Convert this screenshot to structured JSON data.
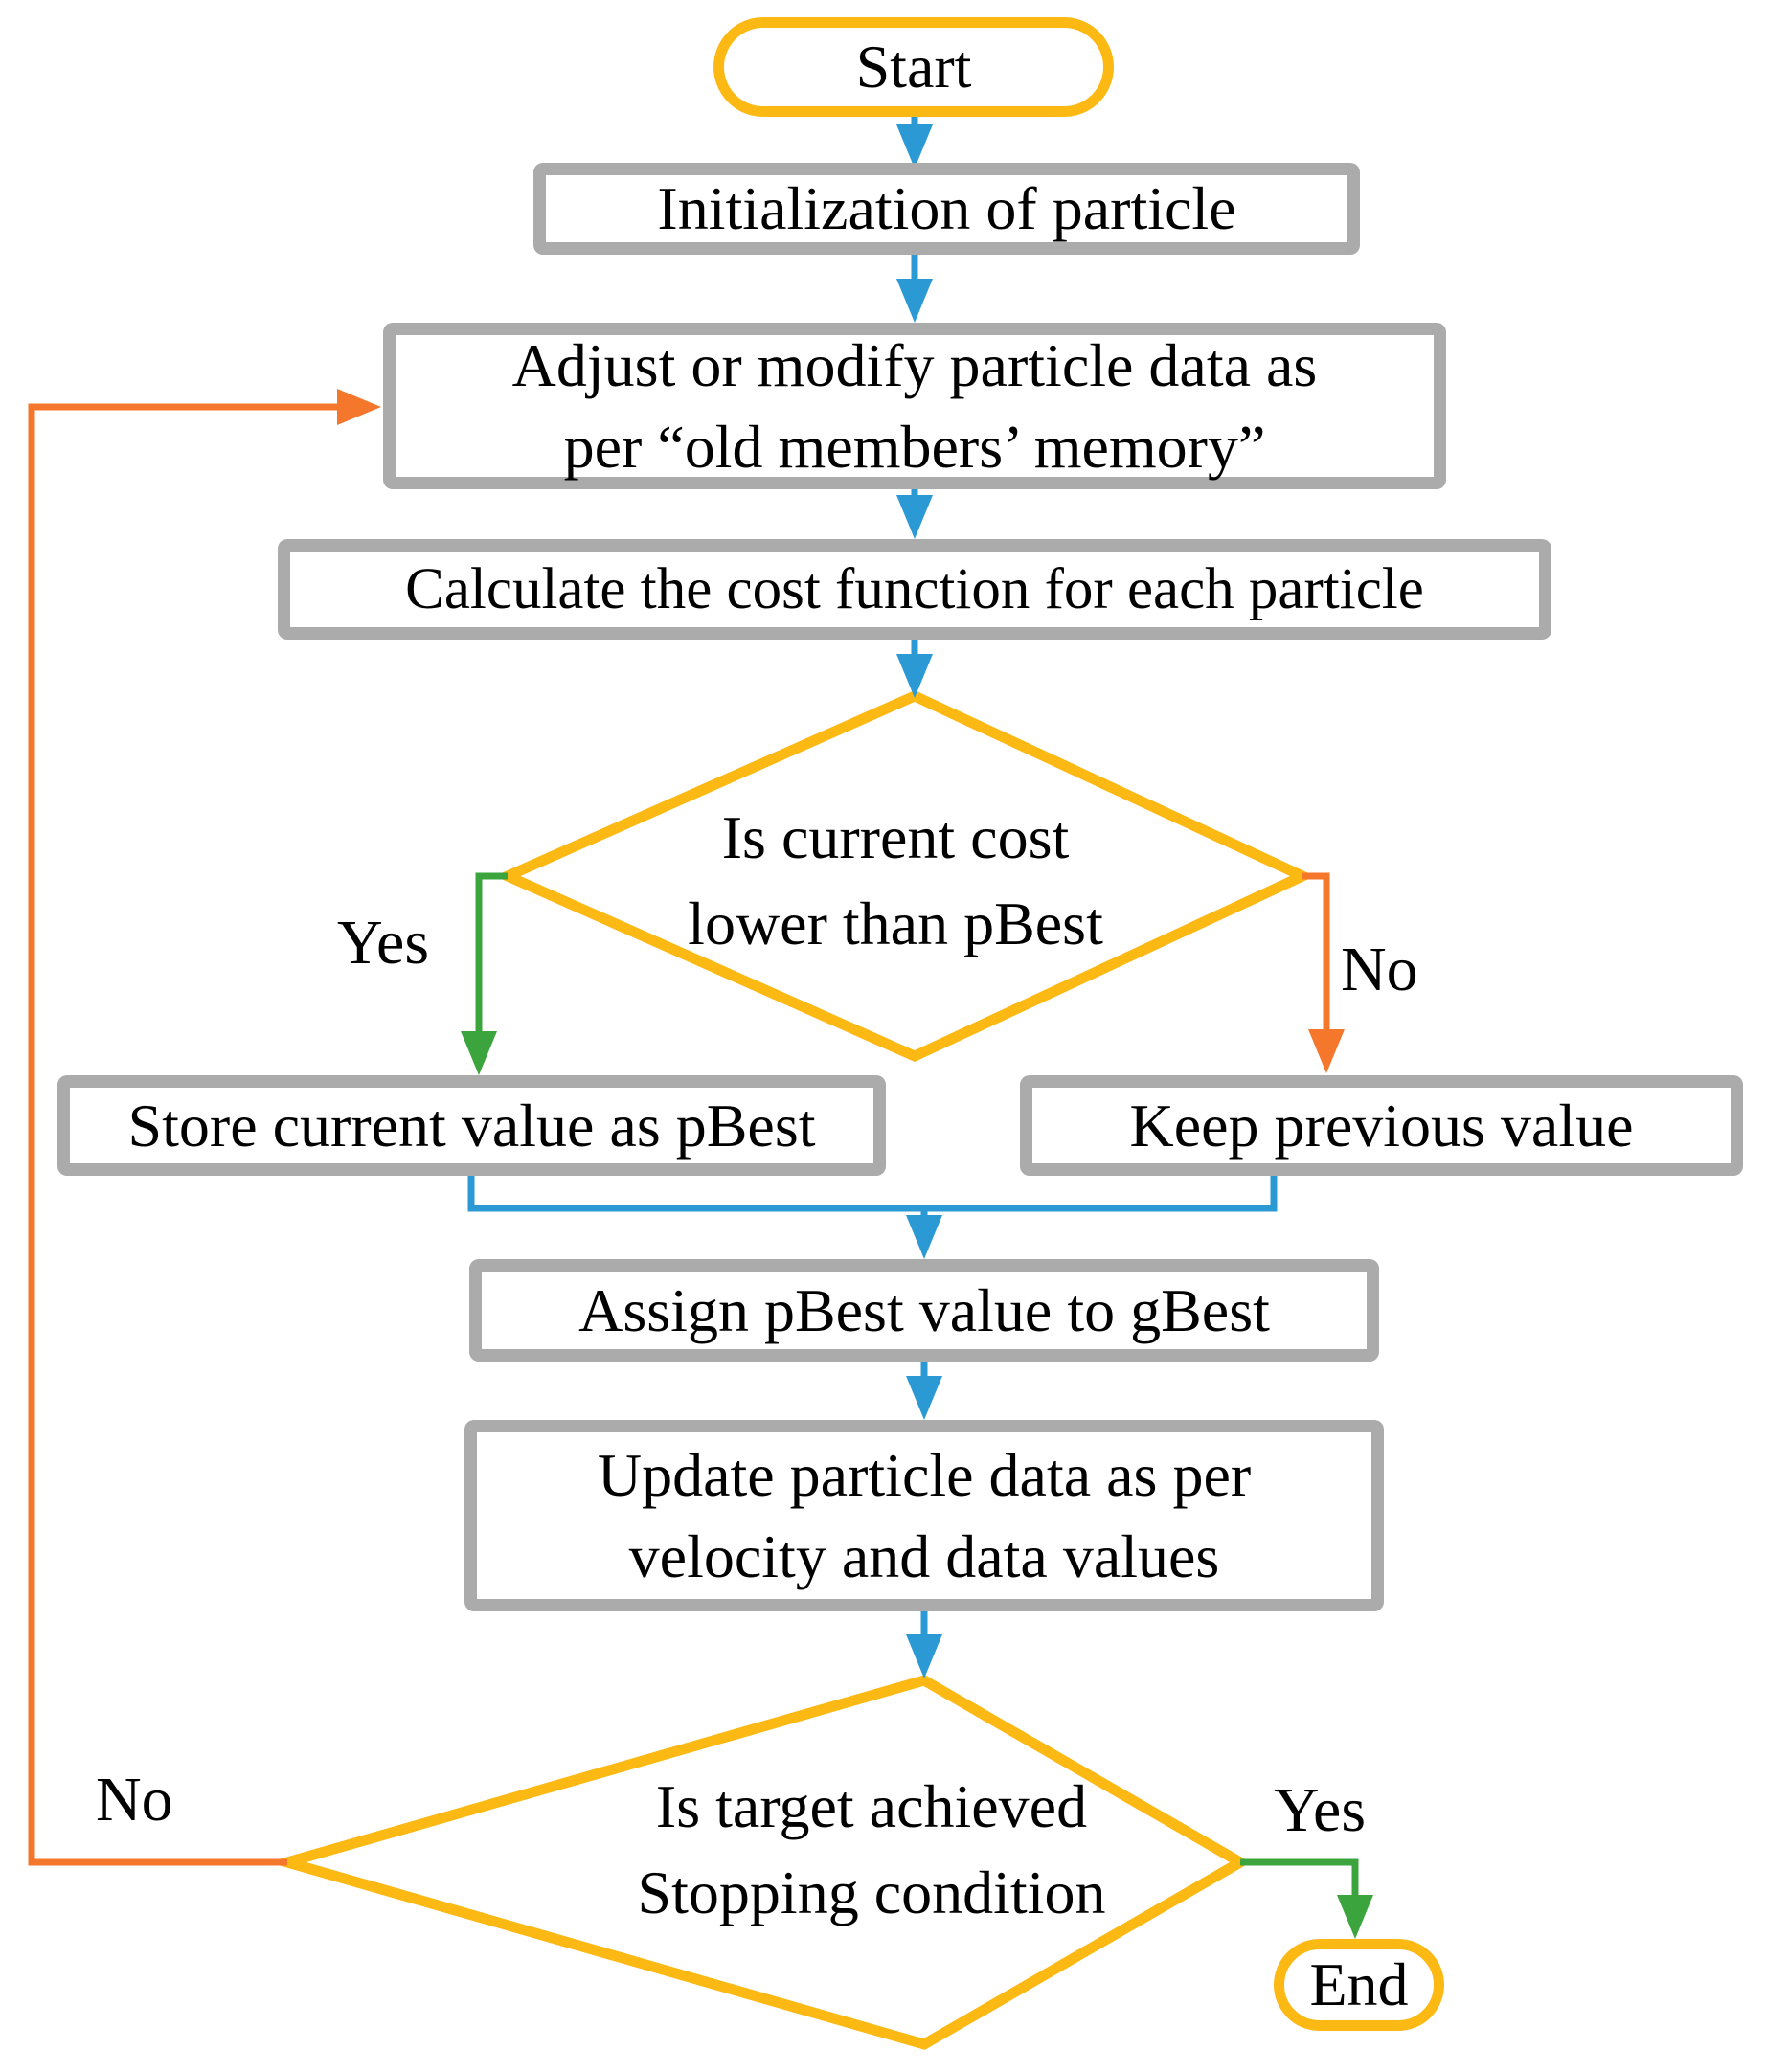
{
  "colors": {
    "yellow": "#FCB813",
    "blue": "#2B99D4",
    "green": "#3CA43D",
    "orange": "#F4772B",
    "gray": "#ABABAB",
    "text": "#000000"
  },
  "nodes": {
    "start": {
      "label": "Start"
    },
    "init": {
      "label": "Initialization of particle"
    },
    "adjust": {
      "line1": "Adjust or modify particle data as",
      "line2": "per “old members’ memory”"
    },
    "calculate": {
      "label": "Calculate the cost function for each particle"
    },
    "decision_pbest": {
      "line1": "Is current cost",
      "line2": "lower than pBest"
    },
    "store": {
      "label": "Store current value as pBest"
    },
    "keep": {
      "label": "Keep previous value"
    },
    "assign": {
      "label": "Assign pBest value to gBest"
    },
    "update": {
      "line1": "Update particle data as per",
      "line2": "velocity and data values"
    },
    "decision_target": {
      "line1": "Is target achieved",
      "line2": "Stopping condition"
    },
    "end": {
      "label": "End"
    }
  },
  "edge_labels": {
    "pbest_yes": "Yes",
    "pbest_no": "No",
    "target_no": "No",
    "target_yes": "Yes"
  }
}
